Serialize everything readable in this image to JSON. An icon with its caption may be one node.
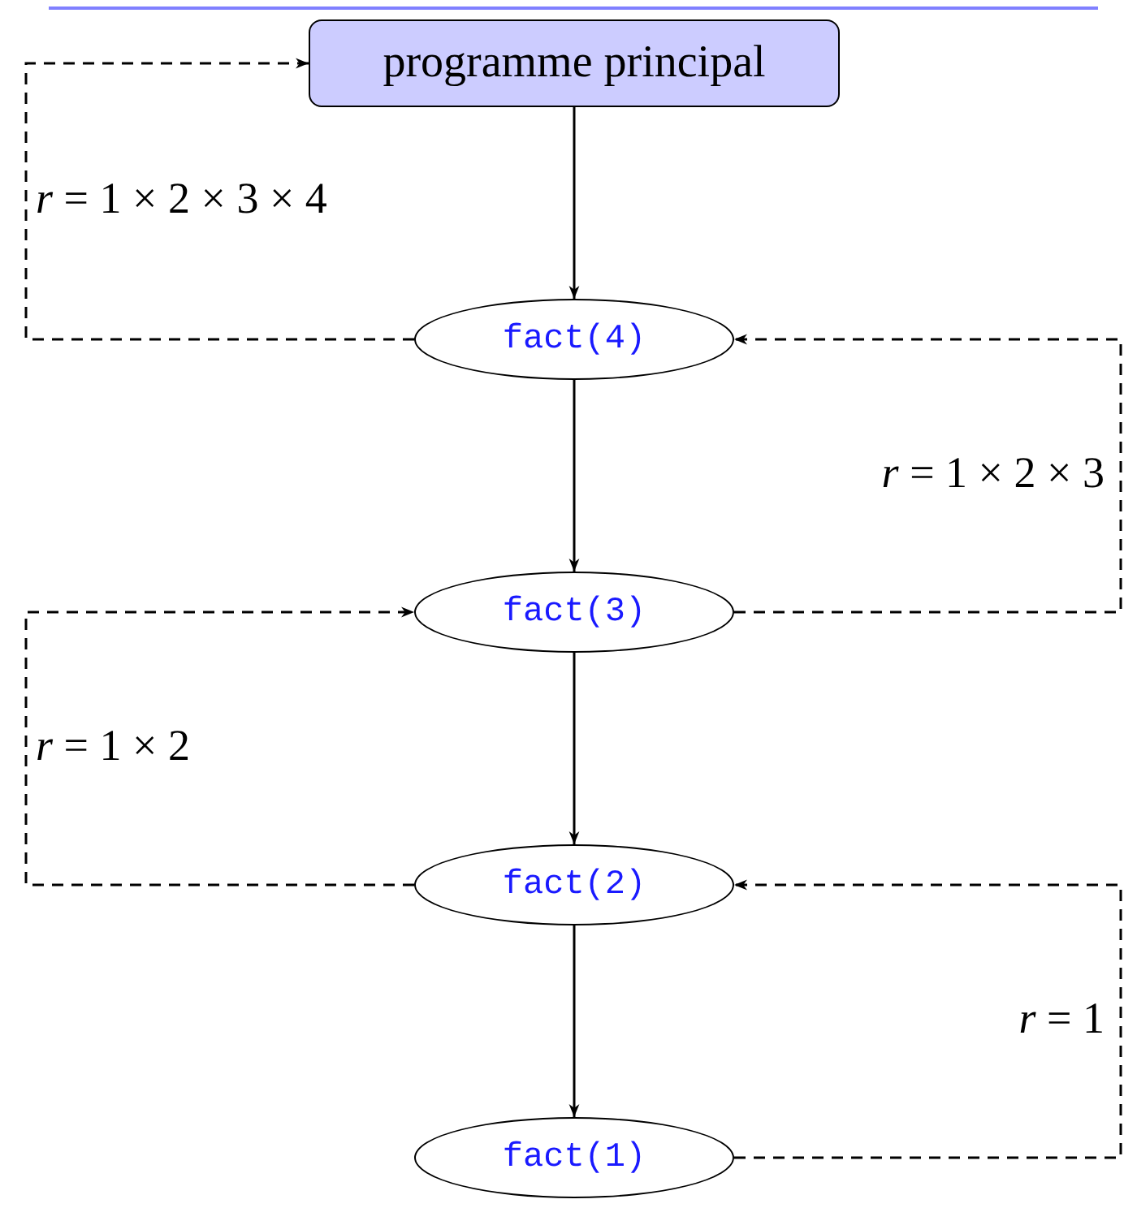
{
  "diagram": {
    "nodes": [
      {
        "text": [
          "programme principal"
        ]
      },
      {
        "text": [
          "fact(4)"
        ]
      },
      {
        "text": [
          "fact(3)"
        ]
      },
      {
        "text": [
          "fact(2)"
        ]
      },
      {
        "text": [
          "fact(1)"
        ]
      }
    ],
    "edges": [
      {
        "from": 0,
        "to": 1,
        "arrow": "to"
      },
      {
        "from": 1,
        "to": 2,
        "arrow": "to"
      },
      {
        "from": 2,
        "to": 3,
        "arrow": "to"
      },
      {
        "from": 3,
        "to": 4,
        "arrow": "to"
      },
      {
        "from": 1,
        "to": 0,
        "arrow": "to",
        "style": "dashed",
        "label": "*r* = 1 × 2 × 3 × 4"
      },
      {
        "from": 2,
        "to": 1,
        "arrow": "to",
        "style": "dashed",
        "label": "*r* = 1 × 2 × 3"
      },
      {
        "from": 3,
        "to": 2,
        "arrow": "to",
        "style": "dashed",
        "label": "*r* = 1 × 2"
      },
      {
        "from": 4,
        "to": 3,
        "arrow": "to",
        "style": "dashed",
        "label": "*r* = 1"
      }
    ]
  }
}
